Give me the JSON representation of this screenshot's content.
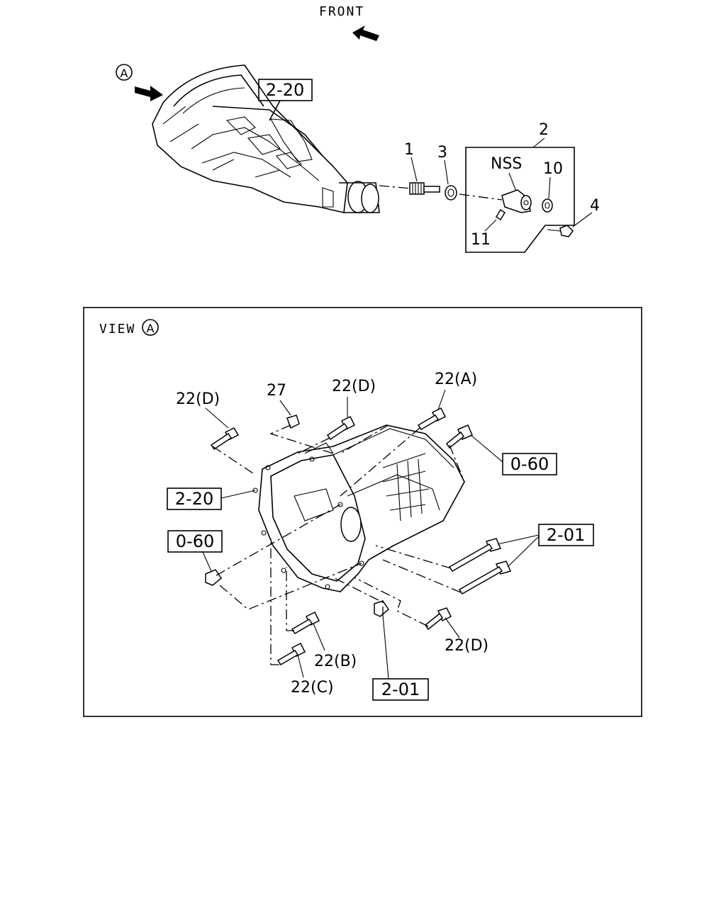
{
  "top": {
    "front_label": "FRONT",
    "view_marker": "A",
    "refs": {
      "trans_2_20": "2-20",
      "p1": "1",
      "p2": "2",
      "p3": "3",
      "p4": "4",
      "p10": "10",
      "p11": "11",
      "nss": "NSS"
    }
  },
  "view": {
    "title_prefix": "VIEW",
    "marker": "A",
    "labels": {
      "b22d_left": "22(D)",
      "b27": "27",
      "b22d_top": "22(D)",
      "b22a": "22(A)",
      "ref_060_right": "0-60",
      "ref_220": "2-20",
      "ref_060_left": "0-60",
      "ref_201_right": "2-01",
      "b22d_bottom": "22(D)",
      "b22b": "22(B)",
      "b22c": "22(C)",
      "ref_201_bottom": "2-01"
    }
  },
  "colors": {
    "ink": "#000000",
    "paper": "#ffffff"
  }
}
